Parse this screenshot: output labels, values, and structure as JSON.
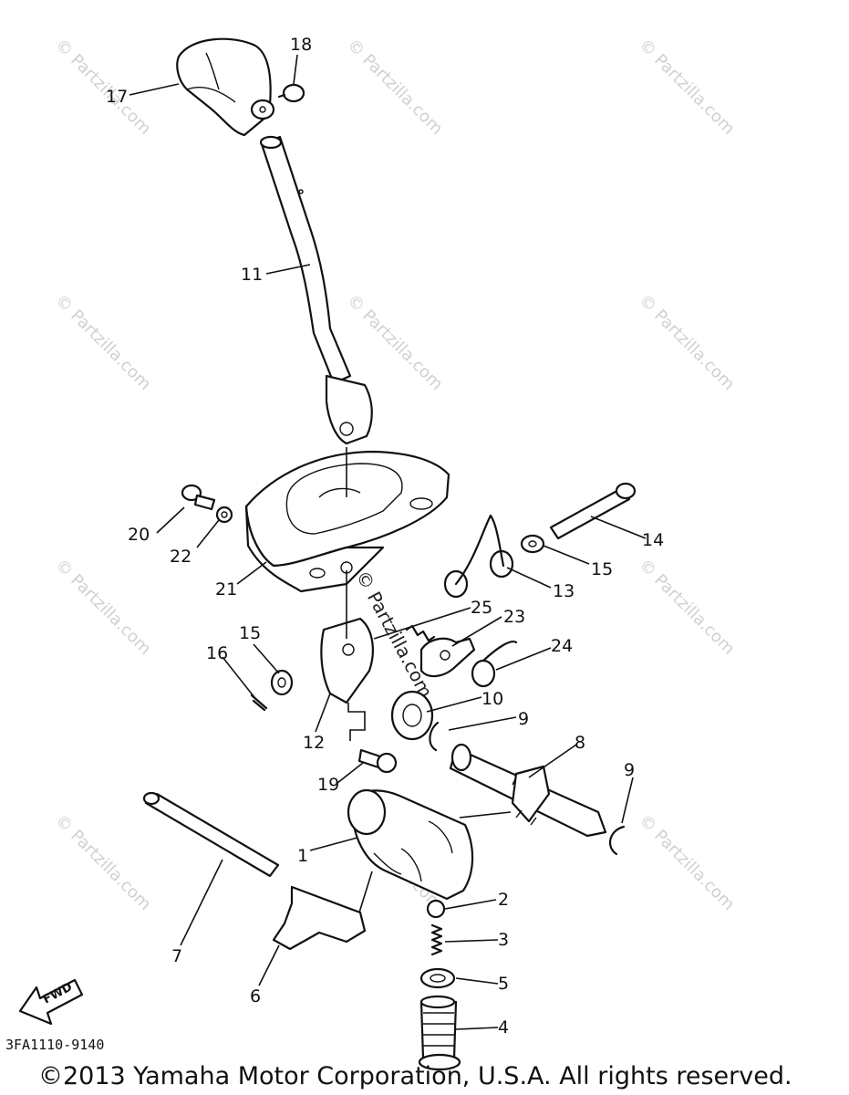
{
  "diagram": {
    "callouts": {
      "c1": "1",
      "c2": "2",
      "c3": "3",
      "c4": "4",
      "c5": "5",
      "c6": "6",
      "c7": "7",
      "c8": "8",
      "c9a": "9",
      "c9b": "9",
      "c10": "10",
      "c11": "11",
      "c12": "12",
      "c13": "13",
      "c14": "14",
      "c15a": "15",
      "c15b": "15",
      "c16": "16",
      "c17": "17",
      "c18": "18",
      "c19": "19",
      "c20": "20",
      "c21": "21",
      "c22": "22",
      "c23": "23",
      "c24": "24",
      "c25": "25"
    },
    "direction_badge": "FWD",
    "drawing_code": "3FA1110-9140",
    "copyright": "©2013 Yamaha Motor Corporation, U.S.A. All rights reserved.",
    "watermark": "© Partzilla.com"
  }
}
